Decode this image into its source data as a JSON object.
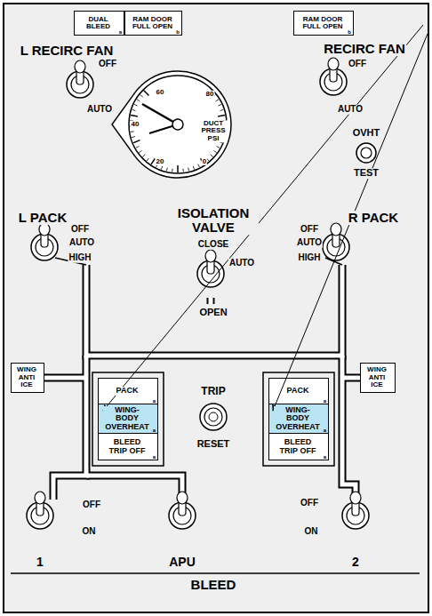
{
  "diagram": {
    "nodes": [
      {
        "text": [
          "DUAL BLEED",
          "a"
        ]
      },
      {
        "text": [
          "RAM DOOR FULL OPEN",
          "b"
        ]
      },
      {
        "text": [
          "RAM DOOR FULL OPEN",
          "b"
        ]
      },
      {
        "text": [
          "WING ANTI ICE"
        ]
      },
      {
        "text": [
          "PACK",
          "a"
        ]
      },
      {
        "text": [
          "WING-BODY OVERHEAT",
          "a"
        ]
      },
      {
        "text": [
          "BLEED TRIP OFF",
          "a"
        ]
      },
      {
        "text": [
          "PACK",
          "a"
        ]
      },
      {
        "text": [
          "WING-BODY OVERHEAT",
          "a"
        ]
      },
      {
        "text": [
          "BLEED TRIP OFF",
          "a"
        ]
      },
      {
        "text": [
          "WING ANTI ICE"
        ]
      }
    ],
    "labels": [
      "L RECIRC FAN",
      "OFF",
      "AUTO",
      "RECIRC FAN",
      "OFF",
      "AUTO",
      "60",
      "80",
      "40",
      "20",
      "0",
      "DUCT PRESS PSI",
      "OVHT",
      "TEST",
      "L PACK",
      "OFF",
      "AUTO",
      "HIGH",
      "ISOLATION VALVE",
      "CLOSE",
      "AUTO",
      "OPEN",
      "R PACK",
      "OFF",
      "AUTO",
      "HIGH",
      "TRIP",
      "RESET",
      "OFF",
      "ON",
      "1",
      "APU",
      "OFF",
      "ON",
      "2",
      "BLEED"
    ]
  }
}
